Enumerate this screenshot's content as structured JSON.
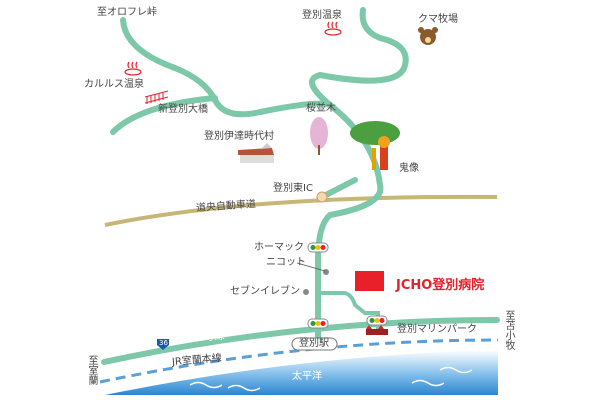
{
  "labels": {
    "oropure": "至オロフレ峠",
    "karurusu": "カルルス温泉",
    "shin_bridge": "新登別大橋",
    "date_jidai": "登別伊達時代村",
    "onsen": "登別温泉",
    "kuma": "クマ牧場",
    "sakura": "桜並木",
    "oni": "鬼像",
    "ic": "登別東IC",
    "expressway": "道央自動車道",
    "homac": "ホーマック",
    "nicot": "ニコット",
    "seven": "セブンイレブン",
    "hospital": "JCHO登別病院",
    "route_no": "36",
    "route36": "国道36号線",
    "station": "登別駅",
    "jr": "JR室蘭本線",
    "marine": "登別マリンパーク",
    "ocean": "太平洋",
    "tomakomai": "至苫小牧",
    "muroran": "至室蘭"
  },
  "colors": {
    "road": "#7cc8a8",
    "expressway": "#c8b676",
    "hospital": "#e8202a",
    "rail": "#5a9fd6",
    "sea": "#3a8fd6"
  }
}
